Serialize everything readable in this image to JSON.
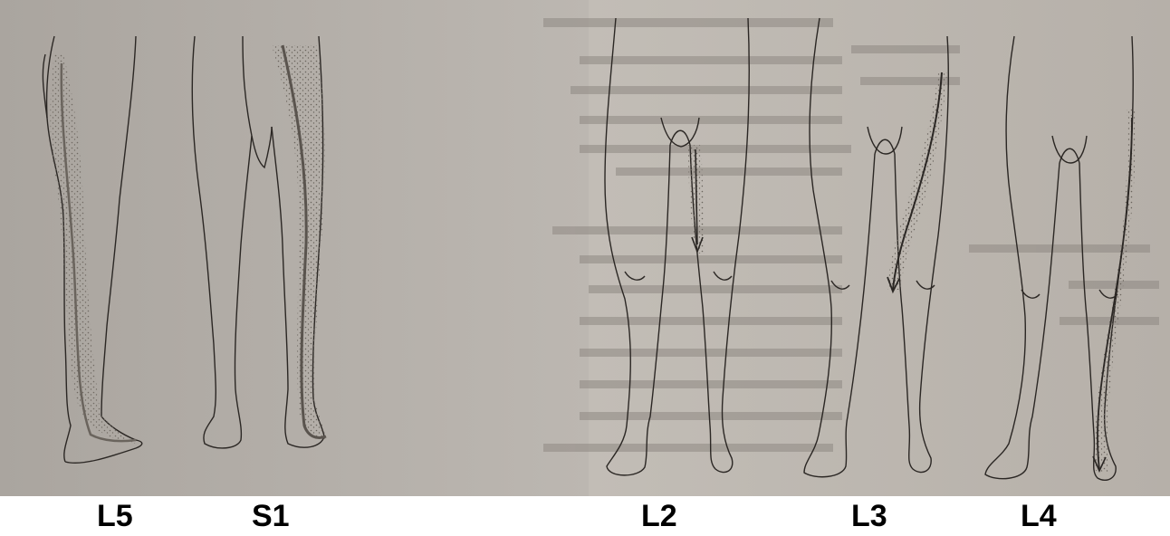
{
  "root_labels": {
    "l5": "L5",
    "s1": "S1",
    "l2": "L2",
    "l3": "L3",
    "l4": "L4"
  },
  "colors": {
    "paper": "#b8b2ab",
    "ink": "#2b2724",
    "shading": "#6a645d",
    "background": "#ffffff"
  }
}
